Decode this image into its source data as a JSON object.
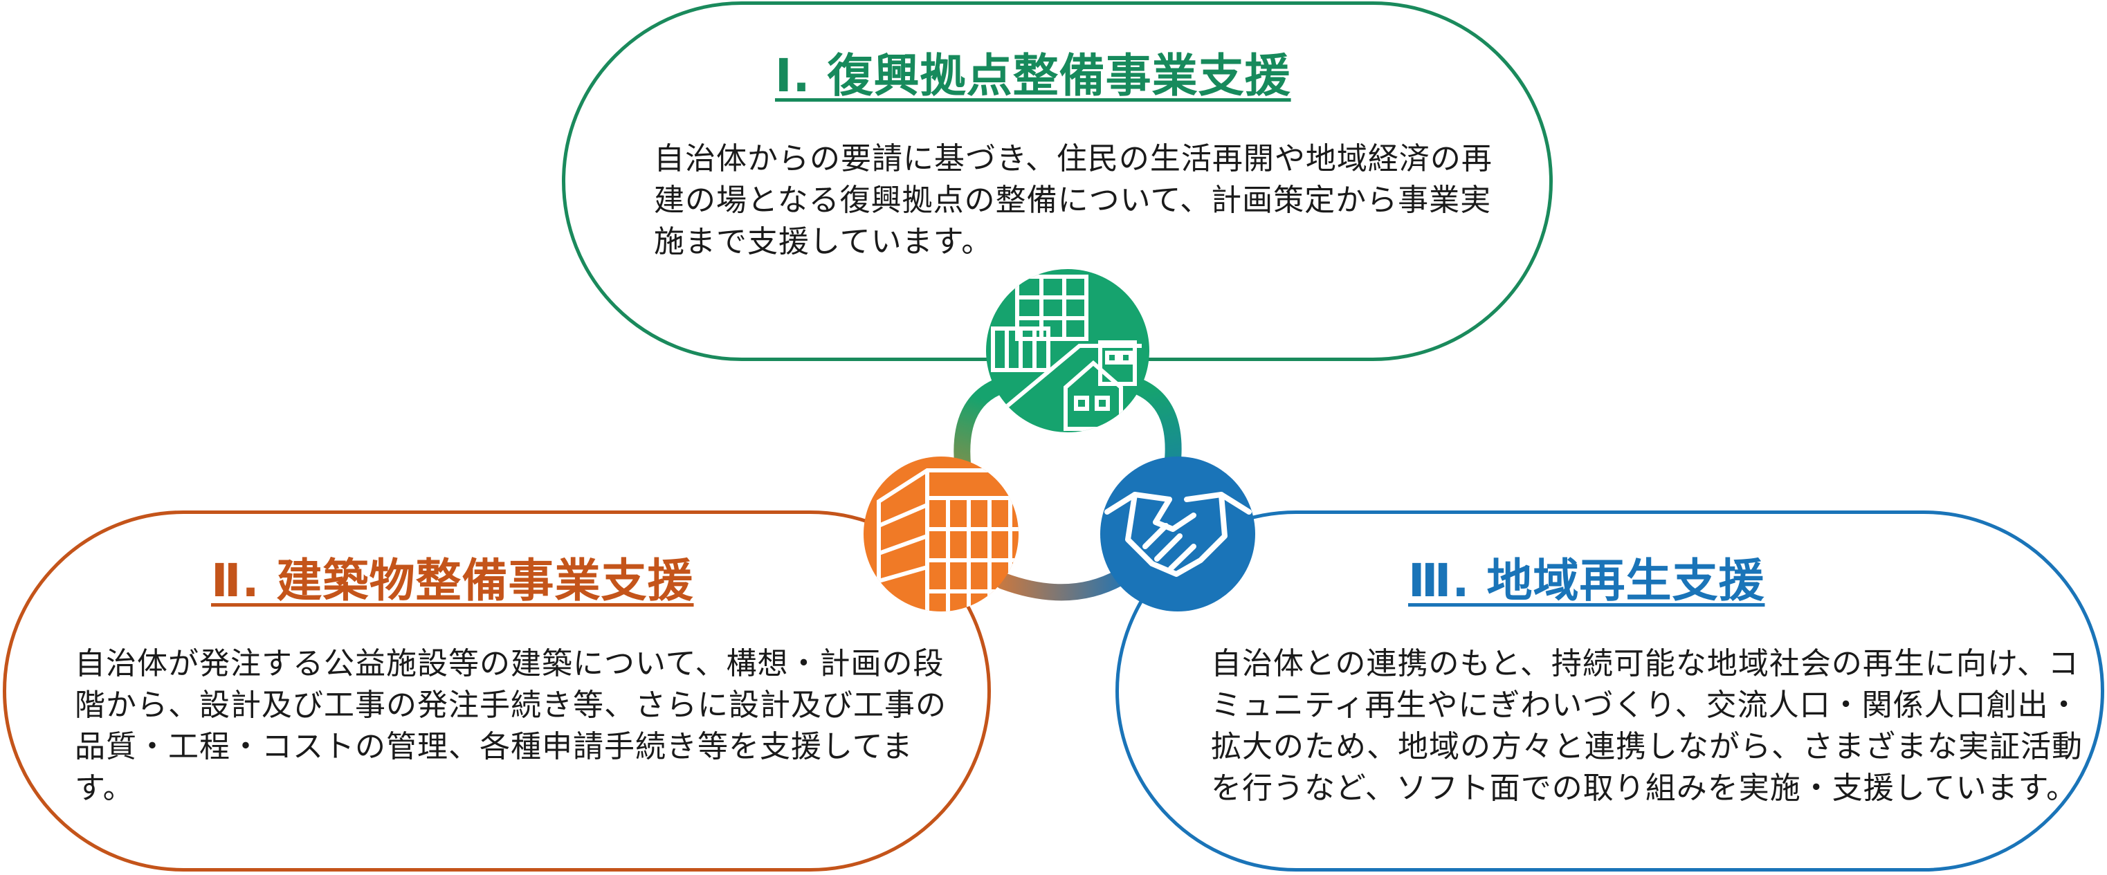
{
  "sections": [
    {
      "title": "Ⅰ. 復興拠点整備事業支援",
      "body": "自治体からの要請に基づき、住民の生活再開や地域経済の再建の場となる復興拠点の整備について、計画策定から事業実施まで支援しています。",
      "color": "#178a5c",
      "icon": "town-buildings-icon"
    },
    {
      "title": "Ⅱ. 建築物整備事業支援",
      "body": "自治体が発注する公益施設等の建築について、構想・計画の段階から、設計及び工事の発注手続き等、さらに設計及び工事の品質・工程・コストの管理、各種申請手続き等を支援してます。",
      "color": "#c4541a",
      "icon": "office-building-icon"
    },
    {
      "title": "Ⅲ. 地域再生支援",
      "body": "自治体との連携のもと、持続可能な地域社会の再生に向け、コミュニティ再生やにぎわいづくり、交流人口・関係人口創出・拡大のため、地域の方々と連携しながら、さまざまな実証活動を行うなど、ソフト面での取り組みを実施・支援しています。",
      "color": "#1a74b8",
      "icon": "handshake-icon"
    }
  ]
}
